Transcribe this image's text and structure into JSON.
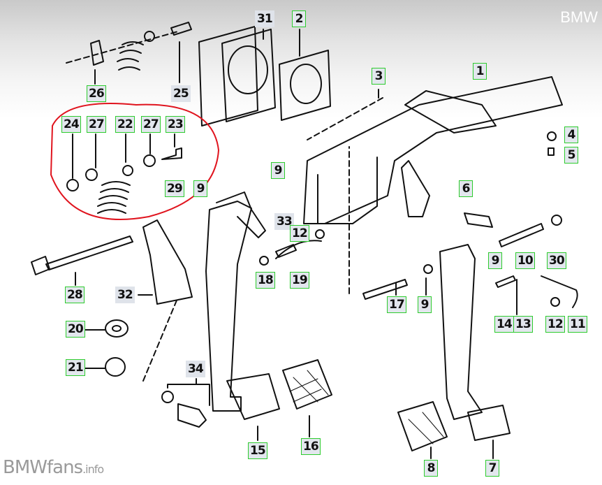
{
  "brand": "BMW",
  "watermark": {
    "main": "BMWfans",
    "suffix": ".info"
  },
  "colors": {
    "label_border": "#2ecc2e",
    "label_fill": "#e3e7ee",
    "highlight_circle": "#e0141e"
  },
  "labels": [
    {
      "id": "31",
      "bordered": false
    },
    {
      "id": "2",
      "bordered": true
    },
    {
      "id": "26",
      "bordered": true
    },
    {
      "id": "25",
      "bordered": false
    },
    {
      "id": "3",
      "bordered": true
    },
    {
      "id": "1",
      "bordered": true
    },
    {
      "id": "24",
      "bordered": true
    },
    {
      "id": "27",
      "bordered": true
    },
    {
      "id": "22",
      "bordered": true
    },
    {
      "id": "27",
      "bordered": true
    },
    {
      "id": "23",
      "bordered": true
    },
    {
      "id": "4",
      "bordered": true
    },
    {
      "id": "5",
      "bordered": true
    },
    {
      "id": "9",
      "bordered": true
    },
    {
      "id": "29",
      "bordered": true
    },
    {
      "id": "9",
      "bordered": true
    },
    {
      "id": "6",
      "bordered": true
    },
    {
      "id": "33",
      "bordered": false
    },
    {
      "id": "12",
      "bordered": true
    },
    {
      "id": "9",
      "bordered": true
    },
    {
      "id": "10",
      "bordered": true
    },
    {
      "id": "30",
      "bordered": true
    },
    {
      "id": "28",
      "bordered": true
    },
    {
      "id": "32",
      "bordered": false
    },
    {
      "id": "18",
      "bordered": true
    },
    {
      "id": "19",
      "bordered": true
    },
    {
      "id": "17",
      "bordered": true
    },
    {
      "id": "9",
      "bordered": true
    },
    {
      "id": "14",
      "bordered": true
    },
    {
      "id": "13",
      "bordered": true
    },
    {
      "id": "12",
      "bordered": true
    },
    {
      "id": "11",
      "bordered": true
    },
    {
      "id": "20",
      "bordered": true
    },
    {
      "id": "21",
      "bordered": true
    },
    {
      "id": "34",
      "bordered": false
    },
    {
      "id": "15",
      "bordered": true
    },
    {
      "id": "16",
      "bordered": true
    },
    {
      "id": "8",
      "bordered": true
    },
    {
      "id": "7",
      "bordered": true
    }
  ]
}
